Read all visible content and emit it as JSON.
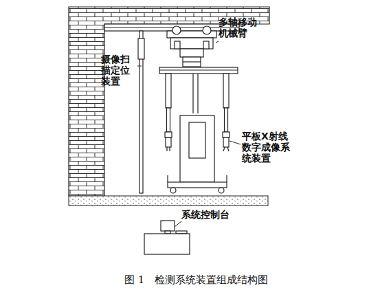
{
  "diagram": {
    "caption": "图 1   检测系统装置组成结构图",
    "labels": [
      "多轴移动机械臂",
      "摄像扫描定位装置",
      "平板X射线数字成像系统装置",
      "系统控制台"
    ]
  }
}
